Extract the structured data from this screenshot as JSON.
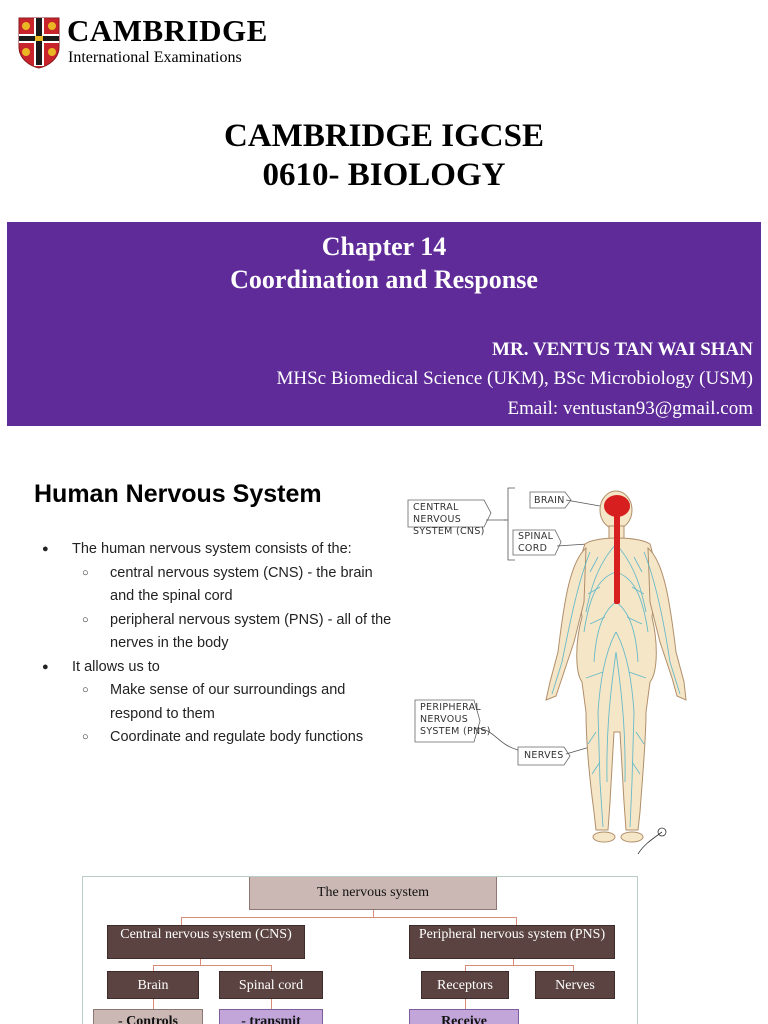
{
  "header": {
    "logo_title": "CAMBRIDGE",
    "logo_subtitle": "International Examinations"
  },
  "course": {
    "line1": "CAMBRIDGE IGCSE",
    "line2": "0610- BIOLOGY"
  },
  "banner": {
    "chapter": "Chapter 14",
    "title": "Coordination and Response",
    "author": "MR. VENTUS TAN WAI SHAN",
    "degrees": "MHSc Biomedical Science (UKM), BSc Microbiology (USM)",
    "email": "Email: ventustan93@gmail.com",
    "background_color": "#5e2b98"
  },
  "section": {
    "heading": "Human Nervous System",
    "bullets": [
      {
        "text": "The human nervous system consists of the:",
        "sub": [
          "central nervous system (CNS) - the brain and the spinal cord",
          "peripheral nervous system (PNS) - all of the nerves in the body"
        ]
      },
      {
        "text": "It allows us to",
        "sub": [
          "Make sense of our surroundings and respond to them",
          "Coordinate and regulate body functions"
        ]
      }
    ]
  },
  "figure": {
    "cns_label": [
      "CENTRAL",
      "NERVOUS",
      "SYSTEM (CNS)"
    ],
    "brain_label": "BRAIN",
    "spinal_label": [
      "SPINAL",
      "CORD"
    ],
    "pns_label": [
      "PERIPHERAL",
      "NERVOUS",
      "SYSTEM (PNS)"
    ],
    "nerves_label": "NERVES",
    "brain_color": "#d81f1f",
    "nerve_color": "#58b6c9",
    "skin_color": "#f6e6c8"
  },
  "flowchart": {
    "root": "The nervous system",
    "cns": "Central nervous system (CNS)",
    "pns": "Peripheral nervous system (PNS)",
    "brain": "Brain",
    "spinal": "Spinal cord",
    "receptors": "Receptors",
    "nerves": "Nerves",
    "controls": "-  Controls",
    "transmit": "-  transmit",
    "receive": "Receive"
  }
}
